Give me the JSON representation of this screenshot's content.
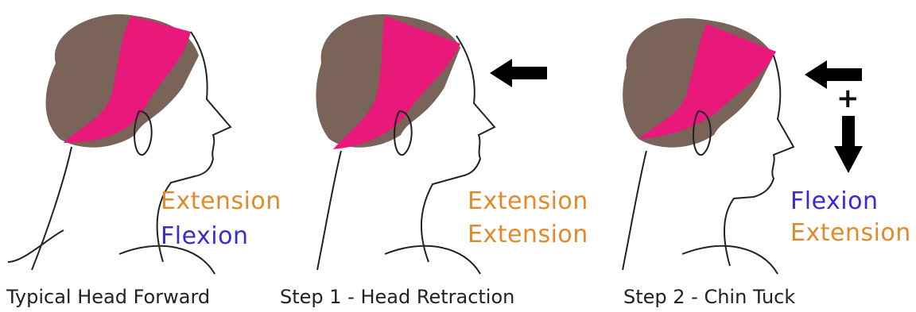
{
  "colors": {
    "extension": "#e08a2c",
    "flexion": "#3a2bd0",
    "muscle": "#e8197a",
    "hair": "#7a6358",
    "arrow": "#000000"
  },
  "panels": [
    {
      "caption": "Typical Head Forward",
      "labels": [
        {
          "text": "Extension",
          "kind": "extension"
        },
        {
          "text": "Flexion",
          "kind": "flexion"
        }
      ],
      "arrows": []
    },
    {
      "caption": "Step 1 - Head Retraction",
      "labels": [
        {
          "text": "Extension",
          "kind": "extension"
        },
        {
          "text": "Extension",
          "kind": "extension"
        }
      ],
      "arrows": [
        "arrow-left"
      ]
    },
    {
      "caption": "Step 2 - Chin Tuck",
      "labels": [
        {
          "text": "Flexion",
          "kind": "flexion"
        },
        {
          "text": "Extension",
          "kind": "extension"
        }
      ],
      "arrows": [
        "arrow-left",
        "plus",
        "arrow-down"
      ],
      "plus_symbol": "+"
    }
  ]
}
